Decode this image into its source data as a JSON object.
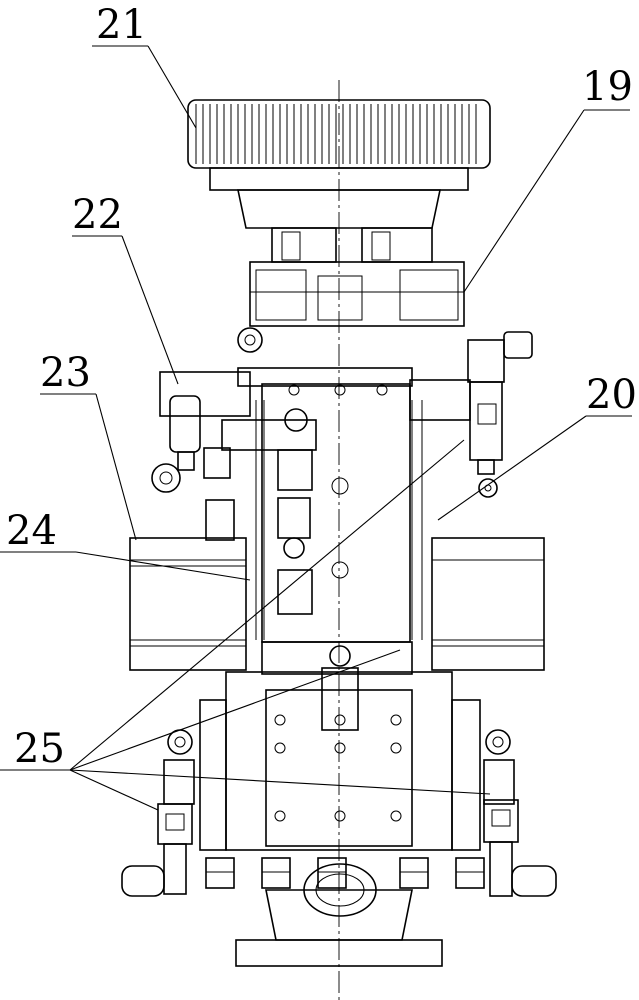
{
  "labels": {
    "l21": "21",
    "l19": "19",
    "l22": "22",
    "l23": "23",
    "l20": "20",
    "l24": "24",
    "l25": "25"
  },
  "colors": {
    "ink": "#000000",
    "paper": "#ffffff"
  }
}
